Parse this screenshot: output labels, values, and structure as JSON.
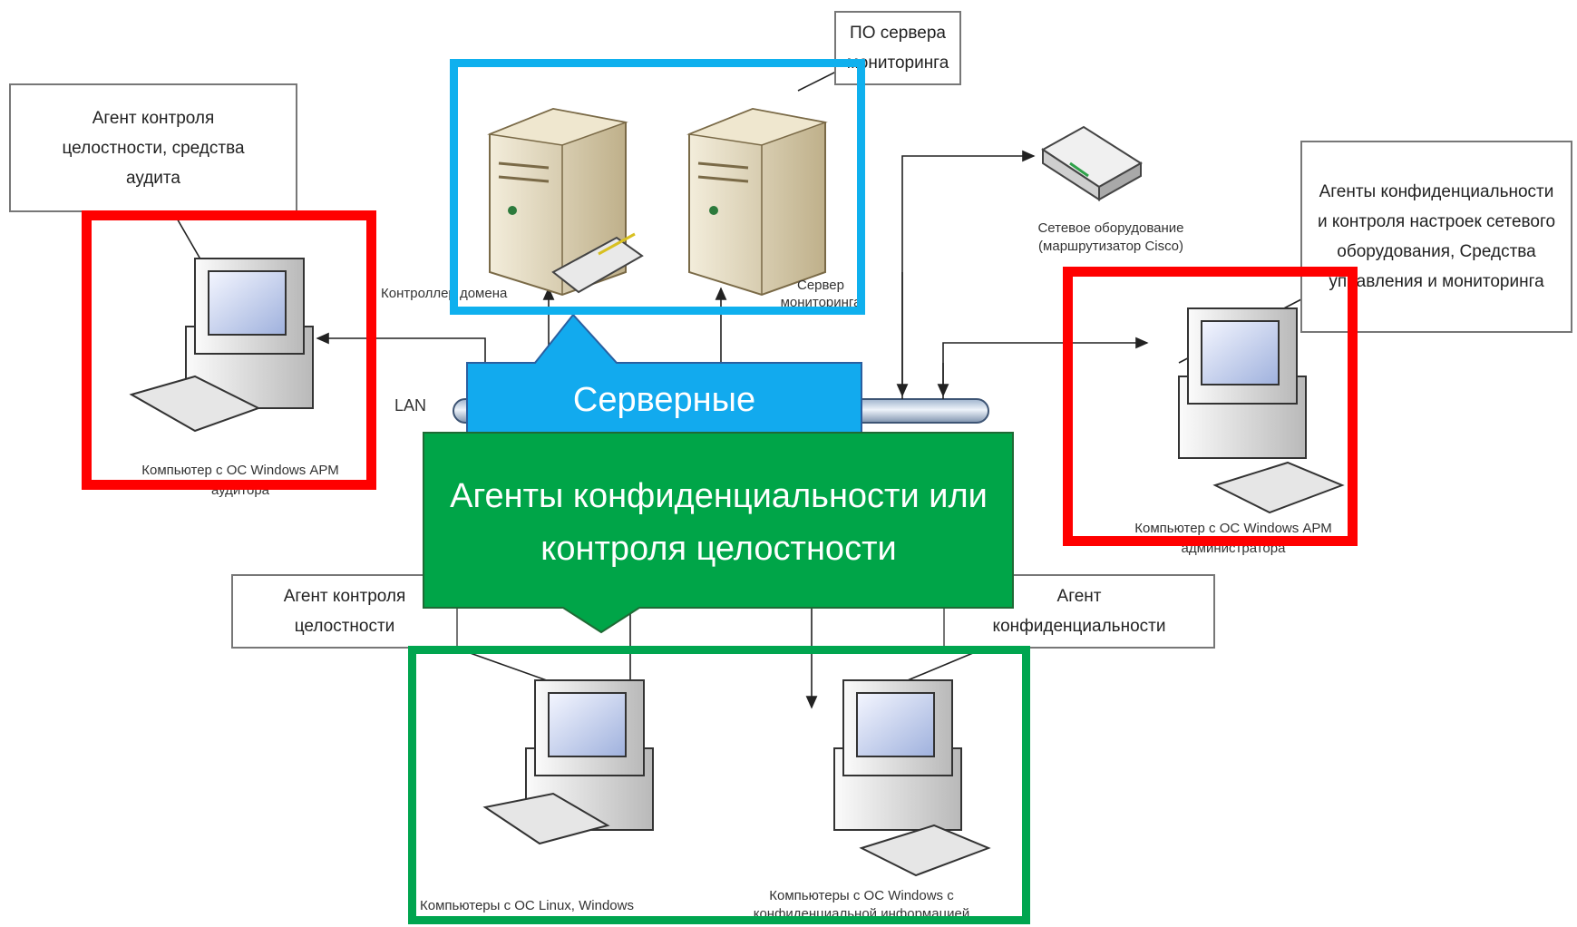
{
  "label_boxes": {
    "monitoring_software": "ПО сервера мониторинга",
    "integrity_agent_audit": "Агент контроля целостности, средства аудита",
    "admin_agents": "Агенты конфиденциальности и контроля настроек сетевого оборудования, Средства управления и мониторинга",
    "integrity_agent": "Агент контроля целостности",
    "privacy_agent": "Агент конфиденциальности"
  },
  "device_labels": {
    "domain_controller": "Контроллер домена",
    "monitoring_server": "Сервер мониторинга",
    "network_equipment": "Сетевое оборудование (маршрутизатор Cisco)",
    "lan": "LAN",
    "auditor_pc": "Компьютер с ОС Windows АРМ аудитора",
    "admin_pc": "Компьютер с ОС Windows АРМ администратора",
    "linux_pcs": "Компьютеры с ОС Linux, Windows",
    "windows_confidential_pcs": "Компьютеры с ОС Windows с конфиденциальной информацией"
  },
  "callouts": {
    "servers": "Серверные",
    "agents": "Агенты конфиденциальности или контроля целостности"
  },
  "colors": {
    "highlight_red": "#ff0000",
    "highlight_blue": "#0fb0ee",
    "highlight_green": "#00a54f",
    "callout_blue": "#12aaee",
    "callout_green": "#00a548"
  }
}
